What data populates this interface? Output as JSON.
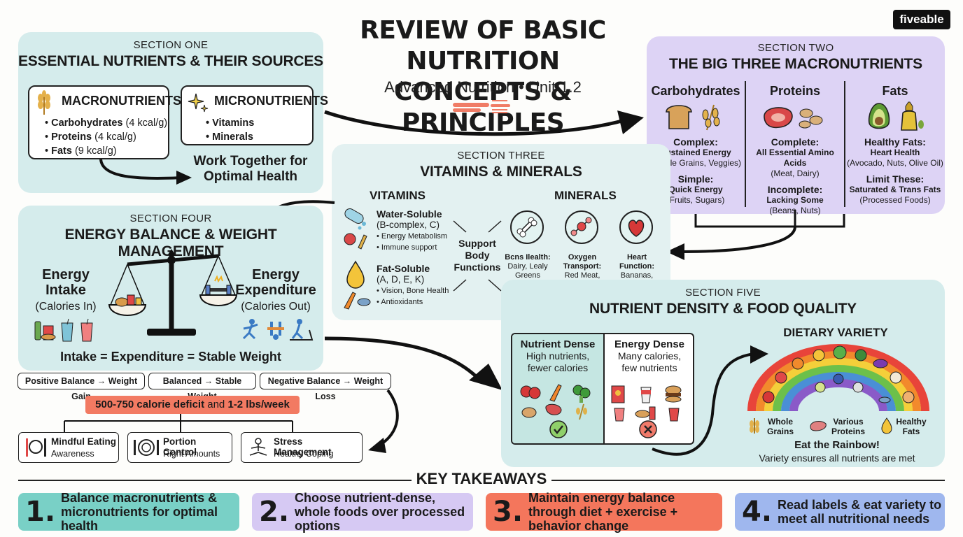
{
  "header": {
    "title_line1": "REVIEW OF BASIC NUTRITION",
    "title_line2": "CONCEPTS & PRINCIPLES",
    "subtitle": "Advanced Nutrition • Unit 1.2",
    "brand": "fiveable"
  },
  "section1": {
    "label": "SECTION ONE",
    "title": "ESSENTIAL NUTRIENTS & THEIR SOURCES",
    "macro": {
      "heading": "MACRONUTRIENTS",
      "items": [
        {
          "name": "Carbohydrates",
          "value": "(4 kcal/g)"
        },
        {
          "name": "Proteins",
          "value": "(4 kcal/g)"
        },
        {
          "name": "Fats",
          "value": "(9 kcal/g)"
        }
      ]
    },
    "micro": {
      "heading": "MICRONUTRIENTS",
      "items": [
        "Vitamins",
        "Minerals"
      ]
    },
    "together": "Work Together for Optimal Health"
  },
  "section2": {
    "label": "SECTION TWO",
    "title": "THE BIG THREE MACRONUTRIENTS",
    "columns": [
      {
        "name": "Carbohydrates",
        "a_head": "Complex:",
        "a_sub": "Sustained Energy",
        "a_ex": "(Whole Grains, Veggies)",
        "b_head": "Simple:",
        "b_sub": "Quick Energy",
        "b_ex": "(Fruits, Sugars)"
      },
      {
        "name": "Proteins",
        "a_head": "Complete:",
        "a_sub": "All Essential Amino Acids",
        "a_ex": "(Meat, Dairy)",
        "b_head": "Incomplete:",
        "b_sub": "Lacking Some",
        "b_ex": "(Beans, Nuts)"
      },
      {
        "name": "Fats",
        "a_head": "Healthy Fats:",
        "a_sub": "Heart Health",
        "a_ex": "(Avocado, Nuts, Olive Oil)",
        "b_head": "Limit These:",
        "b_sub": "Saturated & Trans Fats",
        "b_ex": "(Processed Foods)"
      }
    ]
  },
  "section3": {
    "label": "SECTION THREE",
    "title": "VITAMINS & MINERALS",
    "vitamins_head": "VITAMINS",
    "minerals_head": "MINERALS",
    "water": {
      "name": "Water-Soluble",
      "types": "(B-complex, C)",
      "b1": "• Energy Metabolism",
      "b2": "• Immune support"
    },
    "fat": {
      "name": "Fat-Soluble",
      "types": "(A, D, E, K)",
      "b1": "• Vision, Bone Health",
      "b2": "• Antioxidants"
    },
    "support": "Support Body Functions",
    "minerals": [
      {
        "head": "Bcns Ilealth:",
        "ex": "Dairy, Lealy Greens"
      },
      {
        "head": "Oxygen Transport:",
        "ex": "Red Meat, Spinach"
      },
      {
        "head": "Heart Function:",
        "ex": "Bananas, Potatoes"
      }
    ]
  },
  "section4": {
    "label": "SECTION FOUR",
    "title": "ENERGY BALANCE & WEIGHT MANAGEMENT",
    "intake_head": "Energy Intake",
    "intake_sub": "(Calories In)",
    "expend_head": "Energy Expenditure",
    "expend_sub": "(Calories Out)",
    "equation": "Intake = Expenditure = Stable Weight",
    "balances": [
      "Positive Balance → Weight Gain",
      "Balanced → Stable Weight",
      "Negative Balance → Weight Loss"
    ],
    "deficit_a": "500-750 calorie deficit",
    "deficit_b": " and ",
    "deficit_c": "1-2 lbs/week",
    "strategies": [
      {
        "head": "Mindful Eating",
        "sub": "Awareness"
      },
      {
        "head": "Portion Control",
        "sub": "Right Amounts"
      },
      {
        "head": "Stress Management",
        "sub": "Healthy Coping"
      }
    ]
  },
  "section5": {
    "label": "SECTION FIVE",
    "title": "NUTRIENT DENSITY & FOOD QUALITY",
    "dense_head": "Nutrient Dense",
    "dense_sub": "High nutrients, fewer calories",
    "energy_head": "Energy Dense",
    "energy_sub": "Many calories, few nutrients",
    "variety_head": "DIETARY VARIETY",
    "legend": [
      "Whole Grains",
      "Various Proteins",
      "Healthy Fats"
    ],
    "rainbow_head": "Eat the Rainbow!",
    "rainbow_sub": "Variety ensures all nutrients are met"
  },
  "takeaways": {
    "heading": "KEY TAKEAWAYS",
    "items": [
      {
        "num": "1.",
        "text": "Balance macronutrients & micronutrients for optimal health",
        "color": "#79d0c6"
      },
      {
        "num": "2.",
        "text": "Choose nutrient-dense, whole foods over processed options",
        "color": "#d6c9f3"
      },
      {
        "num": "3.",
        "text": "Maintain energy balance through diet + exercise + behavior change",
        "color": "#f4765c"
      },
      {
        "num": "4.",
        "text": "Read labels & eat variety to meet all nutritional needs",
        "color": "#9fb7ee"
      }
    ]
  }
}
